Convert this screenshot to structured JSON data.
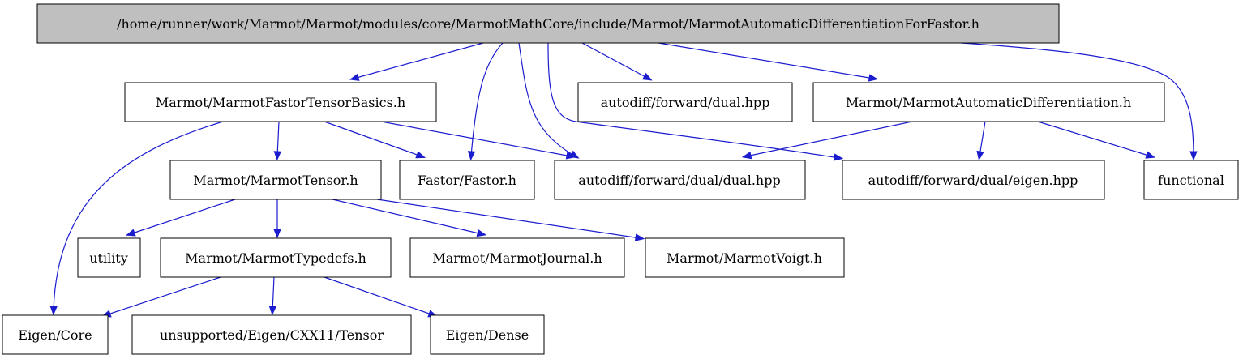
{
  "colors": {
    "root_fill": "#bfbfbf",
    "node_fill": "#ffffff",
    "node_stroke": "#000000",
    "edge": "#1c1ccf"
  },
  "nodes": {
    "root": "/home/runner/work/Marmot/Marmot/modules/core/MarmotMathCore/include/Marmot/MarmotAutomaticDifferentiationForFastor.h",
    "fastor_tensor_basics": "Marmot/MarmotFastorTensorBasics.h",
    "autodiff_forward_dual_hpp": "autodiff/forward/dual.hpp",
    "marmot_automatic_differentiation": "Marmot/MarmotAutomaticDifferentiation.h",
    "marmot_tensor": "Marmot/MarmotTensor.h",
    "fastor": "Fastor/Fastor.h",
    "autodiff_dual_dual": "autodiff/forward/dual/dual.hpp",
    "autodiff_dual_eigen": "autodiff/forward/dual/eigen.hpp",
    "functional": "functional",
    "utility": "utility",
    "marmot_typedefs": "Marmot/MarmotTypedefs.h",
    "marmot_journal": "Marmot/MarmotJournal.h",
    "marmot_voigt": "Marmot/MarmotVoigt.h",
    "eigen_core": "Eigen/Core",
    "eigen_cxx11_tensor": "unsupported/Eigen/CXX11/Tensor",
    "eigen_dense": "Eigen/Dense"
  },
  "edges": [
    {
      "from": "root",
      "to": "fastor_tensor_basics"
    },
    {
      "from": "root",
      "to": "fastor"
    },
    {
      "from": "root",
      "to": "autodiff_dual_dual"
    },
    {
      "from": "root",
      "to": "autodiff_dual_eigen"
    },
    {
      "from": "root",
      "to": "autodiff_forward_dual_hpp"
    },
    {
      "from": "root",
      "to": "marmot_automatic_differentiation"
    },
    {
      "from": "root",
      "to": "functional"
    },
    {
      "from": "fastor_tensor_basics",
      "to": "eigen_core"
    },
    {
      "from": "fastor_tensor_basics",
      "to": "marmot_tensor"
    },
    {
      "from": "fastor_tensor_basics",
      "to": "fastor"
    },
    {
      "from": "fastor_tensor_basics",
      "to": "autodiff_dual_dual"
    },
    {
      "from": "marmot_automatic_differentiation",
      "to": "autodiff_dual_dual"
    },
    {
      "from": "marmot_automatic_differentiation",
      "to": "autodiff_dual_eigen"
    },
    {
      "from": "marmot_automatic_differentiation",
      "to": "functional"
    },
    {
      "from": "marmot_tensor",
      "to": "utility"
    },
    {
      "from": "marmot_tensor",
      "to": "marmot_typedefs"
    },
    {
      "from": "marmot_tensor",
      "to": "marmot_journal"
    },
    {
      "from": "marmot_tensor",
      "to": "marmot_voigt"
    },
    {
      "from": "marmot_typedefs",
      "to": "eigen_core"
    },
    {
      "from": "marmot_typedefs",
      "to": "eigen_cxx11_tensor"
    },
    {
      "from": "marmot_typedefs",
      "to": "eigen_dense"
    }
  ]
}
